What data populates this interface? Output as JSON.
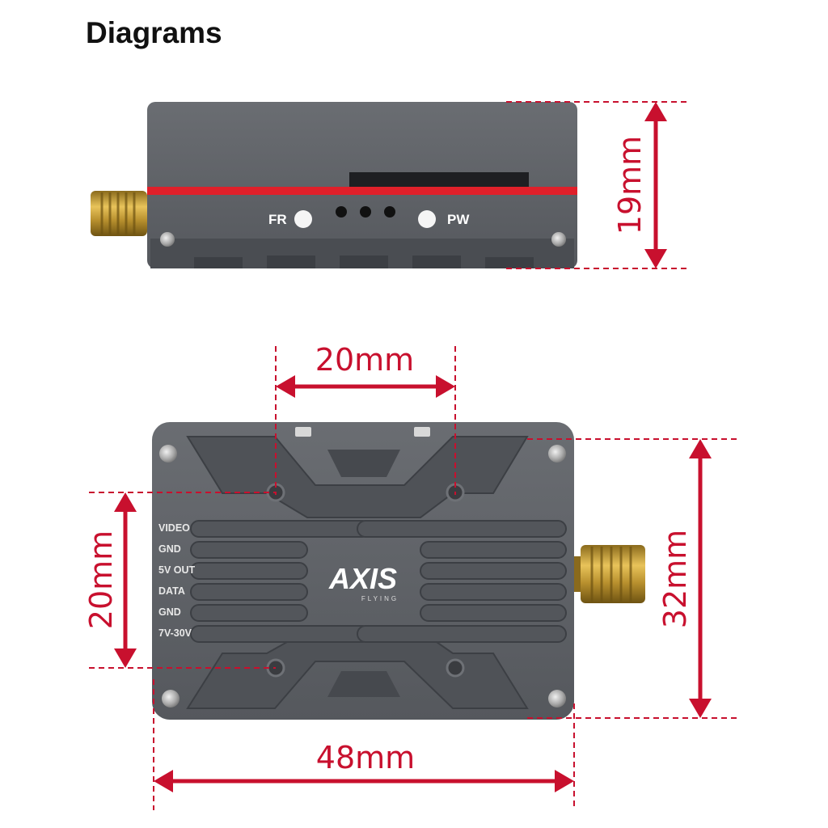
{
  "heading": "Diagrams",
  "side_view": {
    "led_left_label": "FR",
    "led_right_label": "PW",
    "height_dimension": "19mm"
  },
  "top_view": {
    "hole_spacing_top": "20mm",
    "hole_spacing_left": "20mm",
    "height_dimension": "32mm",
    "width_dimension": "48mm",
    "logo_text": "AXIS",
    "logo_subtext": "FLYING",
    "pin_labels": [
      "VIDEO",
      "GND",
      "5V OUT",
      "DATA",
      "GND",
      "7V-30V"
    ]
  },
  "colors": {
    "accent_red": "#c8102e",
    "case_grey": "#5d6065",
    "stripe_red": "#e0202a",
    "connector_gold": "#c9a23a"
  }
}
